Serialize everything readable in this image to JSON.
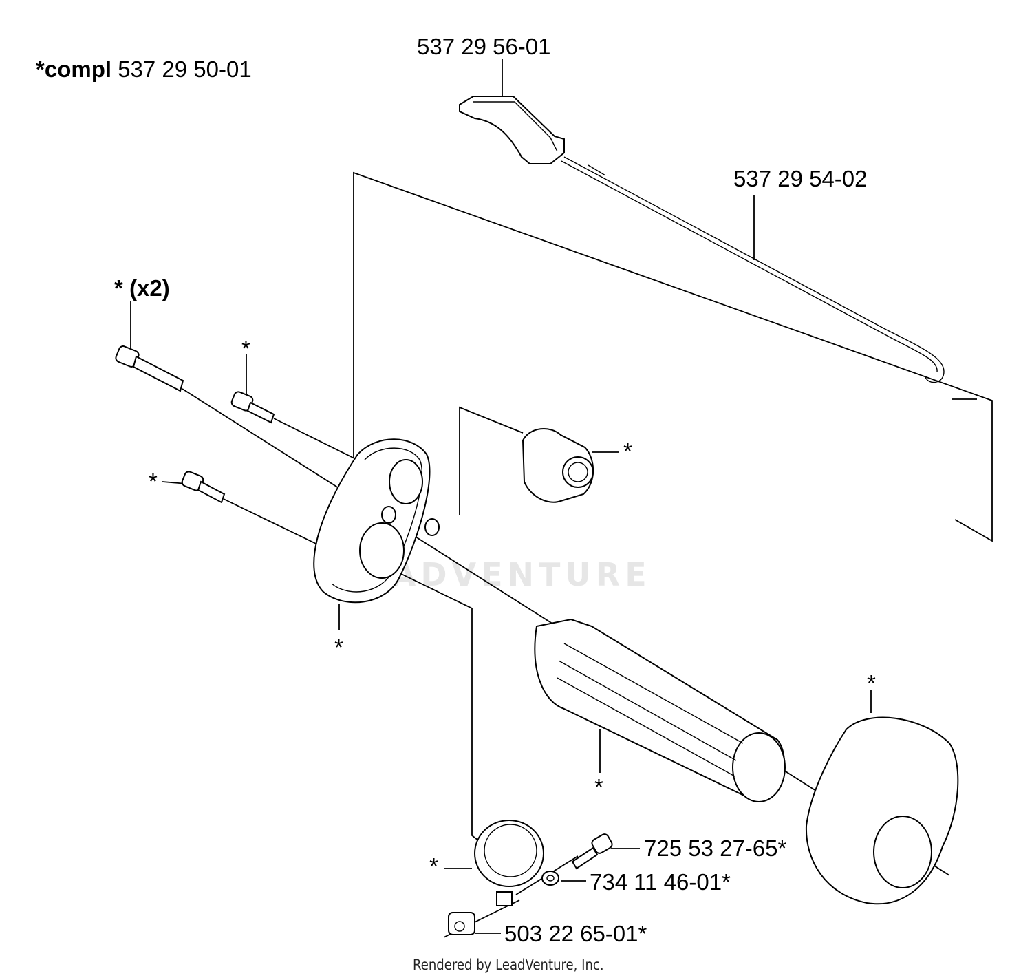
{
  "assembly": {
    "prefix": "*compl",
    "number": "537 29 50-01"
  },
  "parts": {
    "throttle_trigger": "537 29 56-01",
    "throttle_cable": "537 29 54-02",
    "screw": "725 53 27-65*",
    "washer": "734 11 46-01*",
    "nut": "503 22 65-01*"
  },
  "markers": {
    "screw_qty": "* (x2)",
    "short_screw": "*",
    "left_screw": "*",
    "gear": "*",
    "housing": "*",
    "grip": "*",
    "end_cap": "*",
    "clamp": "*"
  },
  "watermark": "LEADVENTURE",
  "footer": "Rendered by LeadVenture, Inc."
}
